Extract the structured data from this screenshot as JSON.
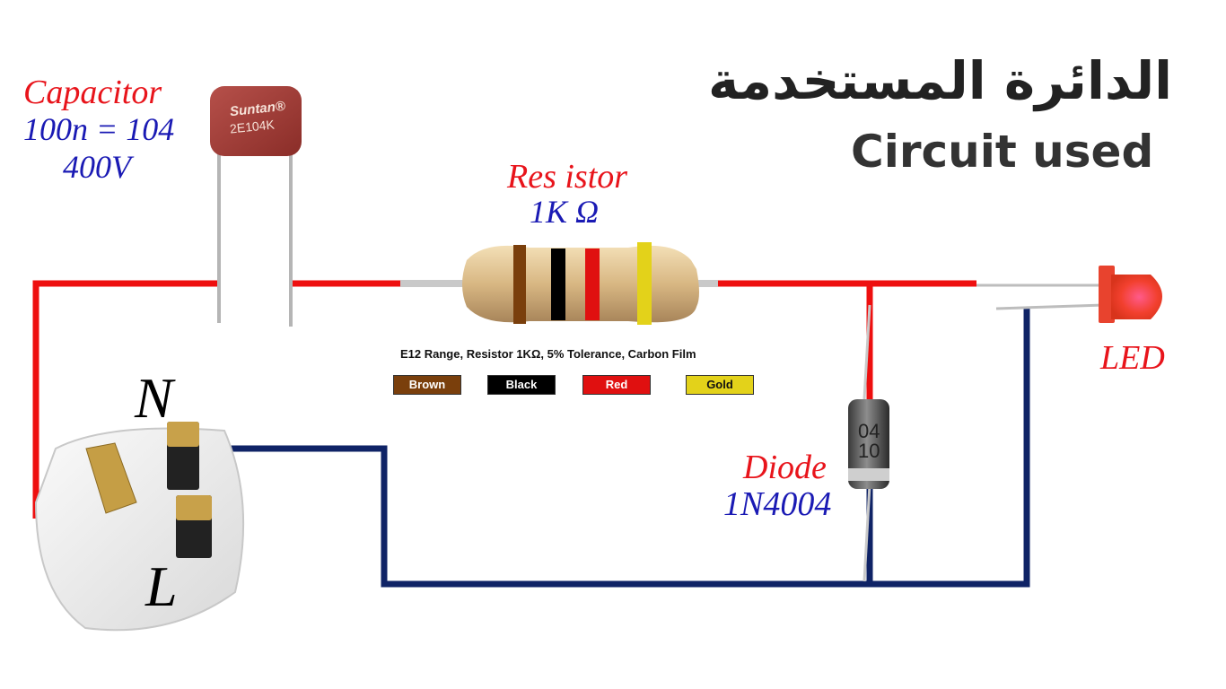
{
  "title": {
    "arabic": "الدائرة المستخدمة",
    "english": "Circuit used"
  },
  "components": {
    "capacitor": {
      "name": "Capacitor",
      "value": "100n = 104",
      "voltage": "400V",
      "marking_brand": "Suntan®",
      "marking_code": "2E104K"
    },
    "resistor": {
      "name": "Res istor",
      "value": "1K Ω"
    },
    "led": {
      "name": "LED"
    },
    "diode": {
      "name": "Diode",
      "part": "1N4004",
      "marking": "04 10"
    },
    "plug": {
      "neutral": "N",
      "live": "L"
    }
  },
  "color_code": {
    "spec": "E12 Range, Resistor 1KΩ, 5% Tolerance, Carbon Film",
    "bands": [
      {
        "label": "Brown",
        "color": "#7a3f0c",
        "text_color": "#ffffff"
      },
      {
        "label": "Black",
        "color": "#000000",
        "text_color": "#ffffff"
      },
      {
        "label": "Red",
        "color": "#e01010",
        "text_color": "#ffffff"
      },
      {
        "label": "Gold",
        "color": "#e3d21a",
        "text_color": "#111111"
      }
    ]
  },
  "colors": {
    "live_wire": "#ee0f0f",
    "neutral_wire": "#0f2366",
    "label_red": "#e8141b",
    "label_blue": "#1a1ab4"
  }
}
